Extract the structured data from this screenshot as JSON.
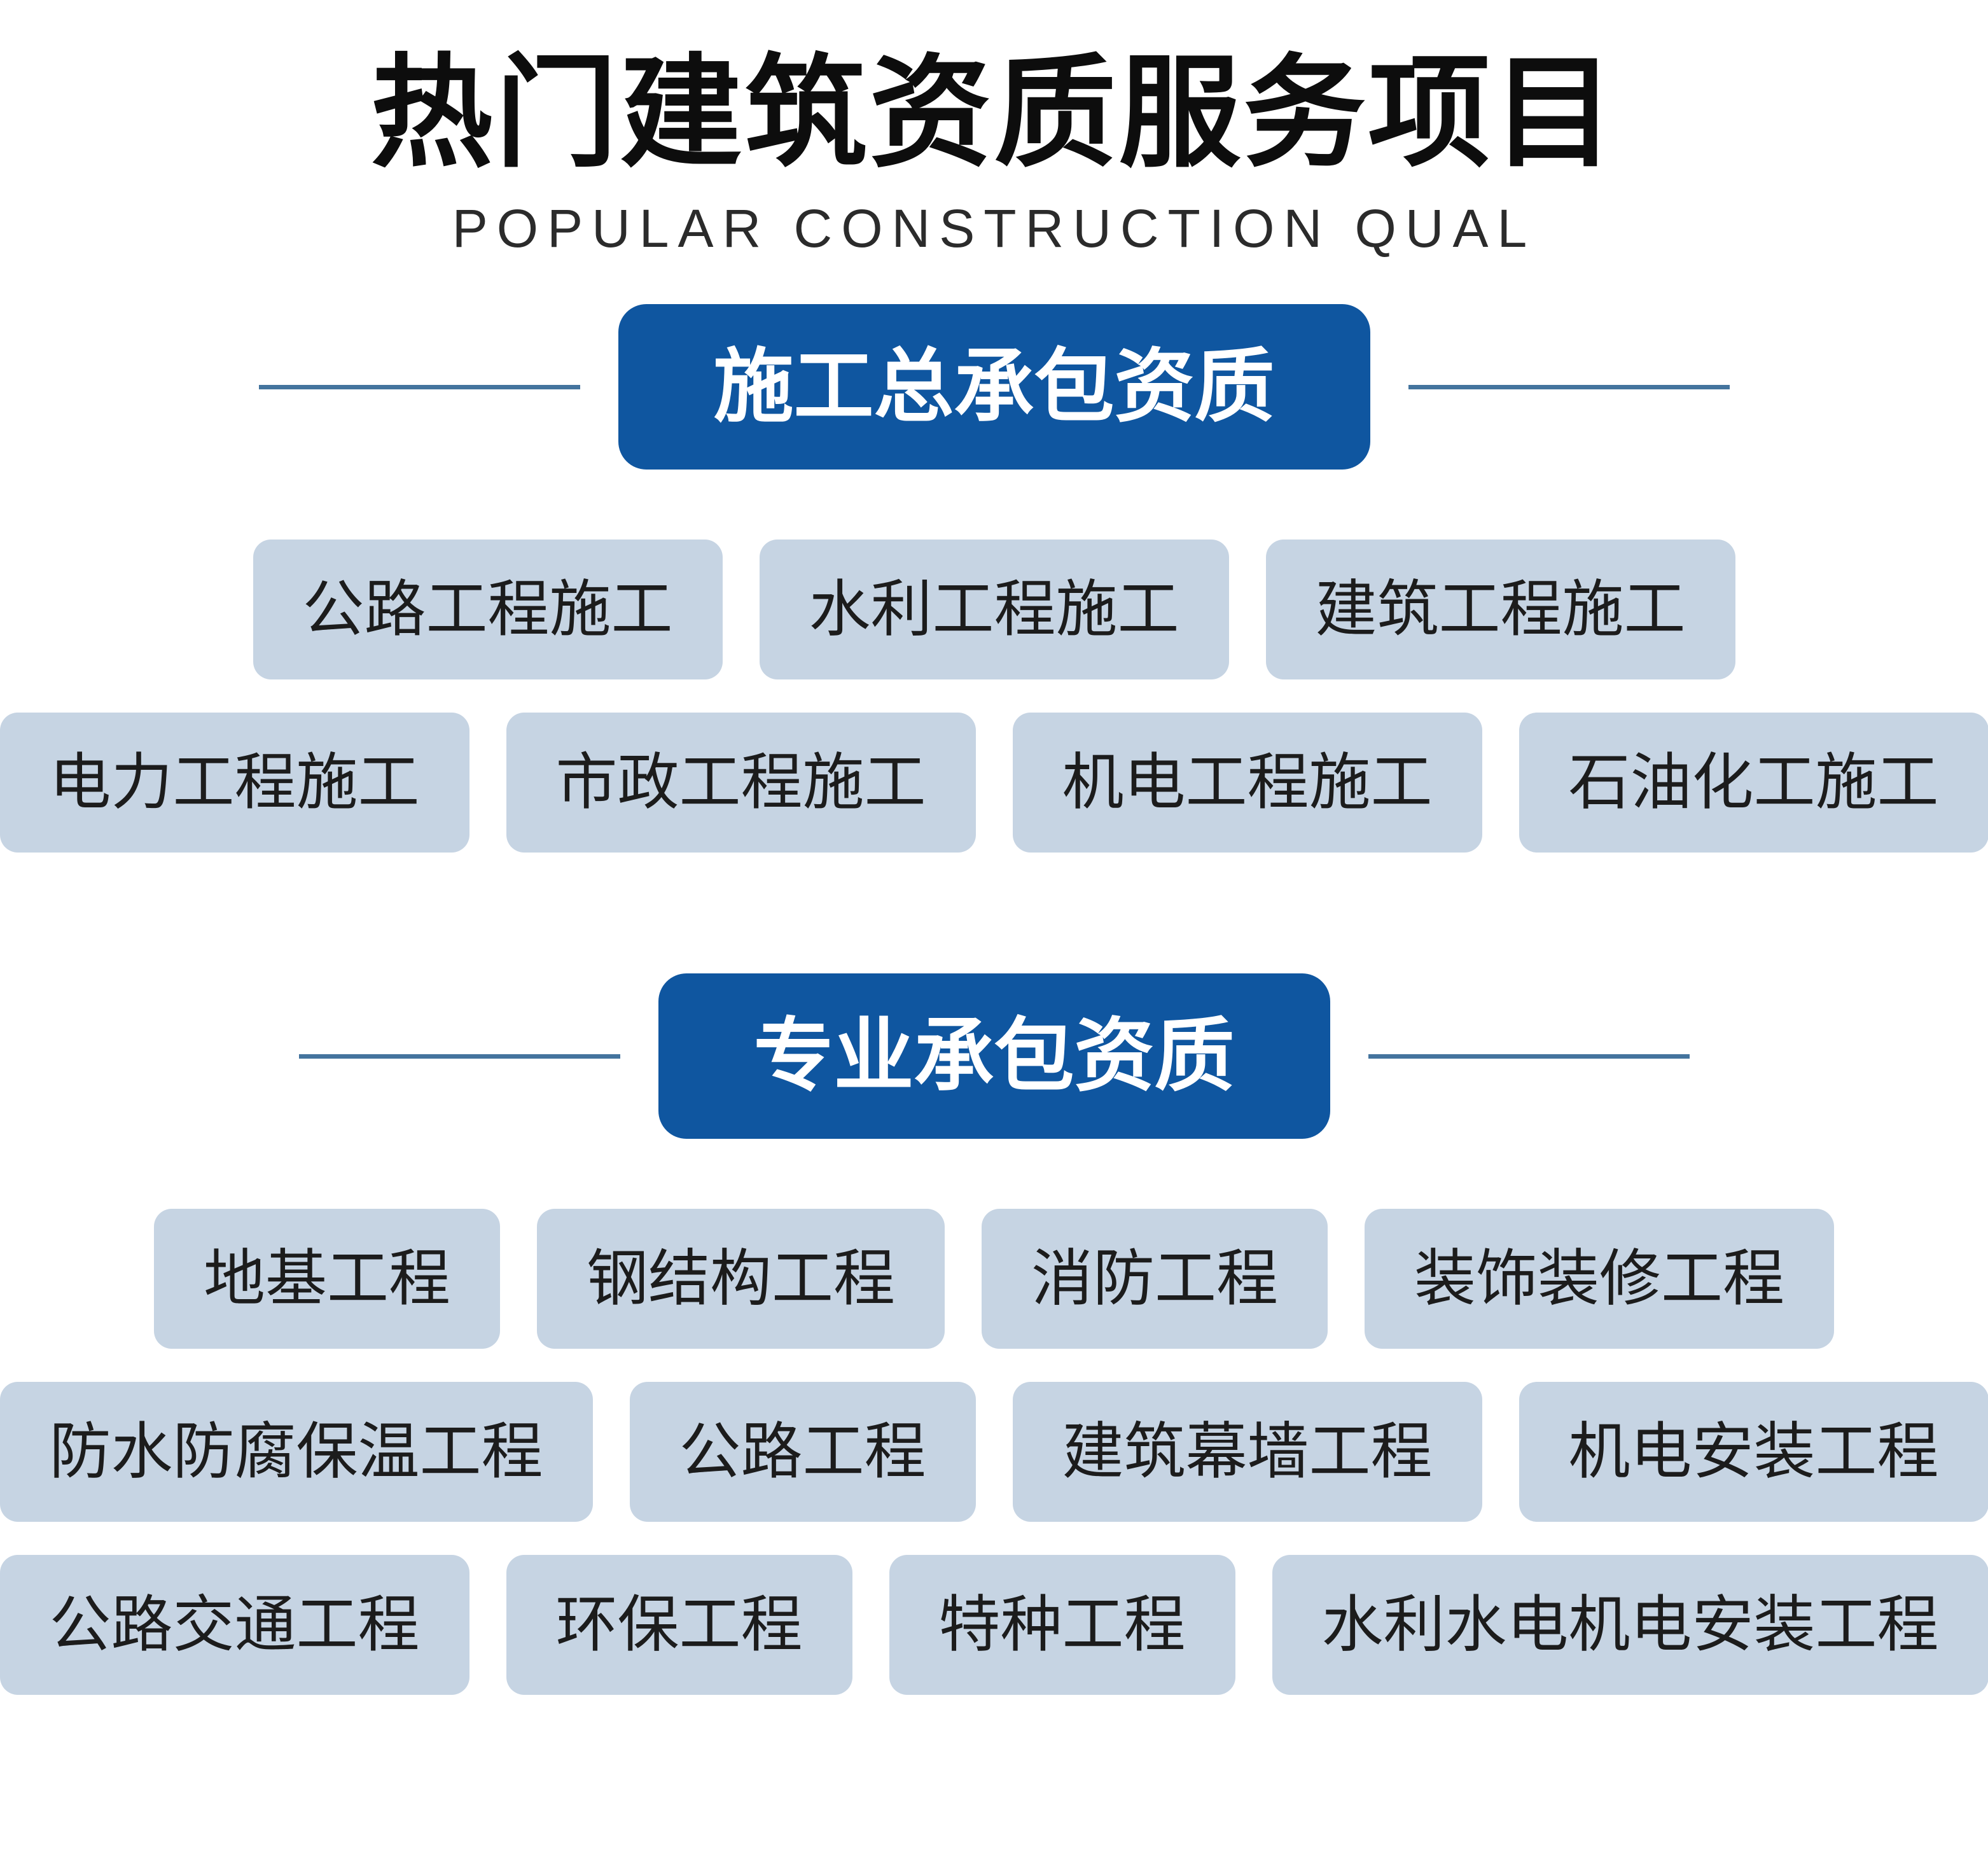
{
  "page": {
    "title": "热门建筑资质服务项目",
    "subtitle": "POPULAR CONSTRUCTION QUAL"
  },
  "colors": {
    "banner_bg": "#0f56a0",
    "banner_text": "#ffffff",
    "pill_bg": "#c6d4e3",
    "pill_text": "#1c1c1c",
    "divider_line": "#44749e",
    "title_text": "#0d0d0d"
  },
  "sections": [
    {
      "banner": "施工总承包资质",
      "rows": [
        [
          "公路工程施工",
          "水利工程施工",
          "建筑工程施工"
        ],
        [
          "电力工程施工",
          "市政工程施工",
          "机电工程施工",
          "石油化工施工"
        ]
      ]
    },
    {
      "banner": "专业承包资质",
      "rows": [
        [
          "地基工程",
          "钢结构工程",
          "消防工程",
          "装饰装修工程"
        ],
        [
          "防水防腐保温工程",
          "公路工程",
          "建筑幕墙工程",
          "机电安装工程"
        ],
        [
          "公路交通工程",
          "环保工程",
          "特种工程",
          "水利水电机电安装工程"
        ]
      ]
    }
  ]
}
